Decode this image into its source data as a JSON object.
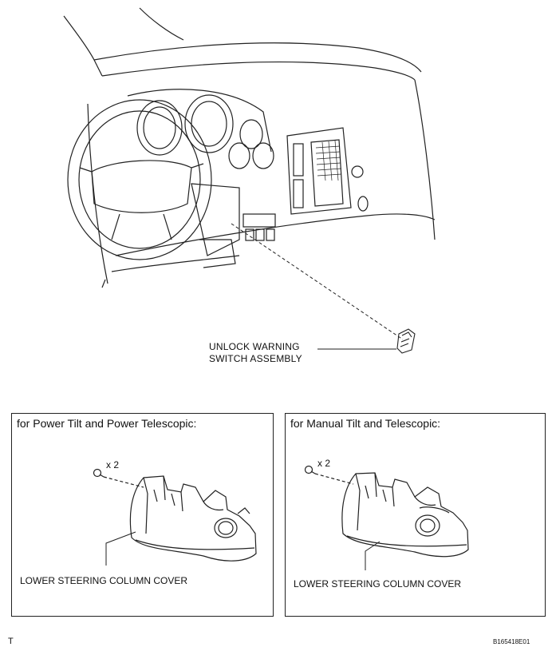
{
  "top_illustration": {
    "callout_line1": "UNLOCK WARNING",
    "callout_line2": "SWITCH ASSEMBLY"
  },
  "panels": [
    {
      "title": "for Power Tilt and Power Telescopic:",
      "quantity": "x 2",
      "part_label": "LOWER STEERING COLUMN COVER"
    },
    {
      "title": "for Manual Tilt and Telescopic:",
      "quantity": "x 2",
      "part_label": "LOWER STEERING COLUMN COVER"
    }
  ],
  "footer": {
    "left_mark": "T",
    "figure_code": "B165418E01"
  }
}
